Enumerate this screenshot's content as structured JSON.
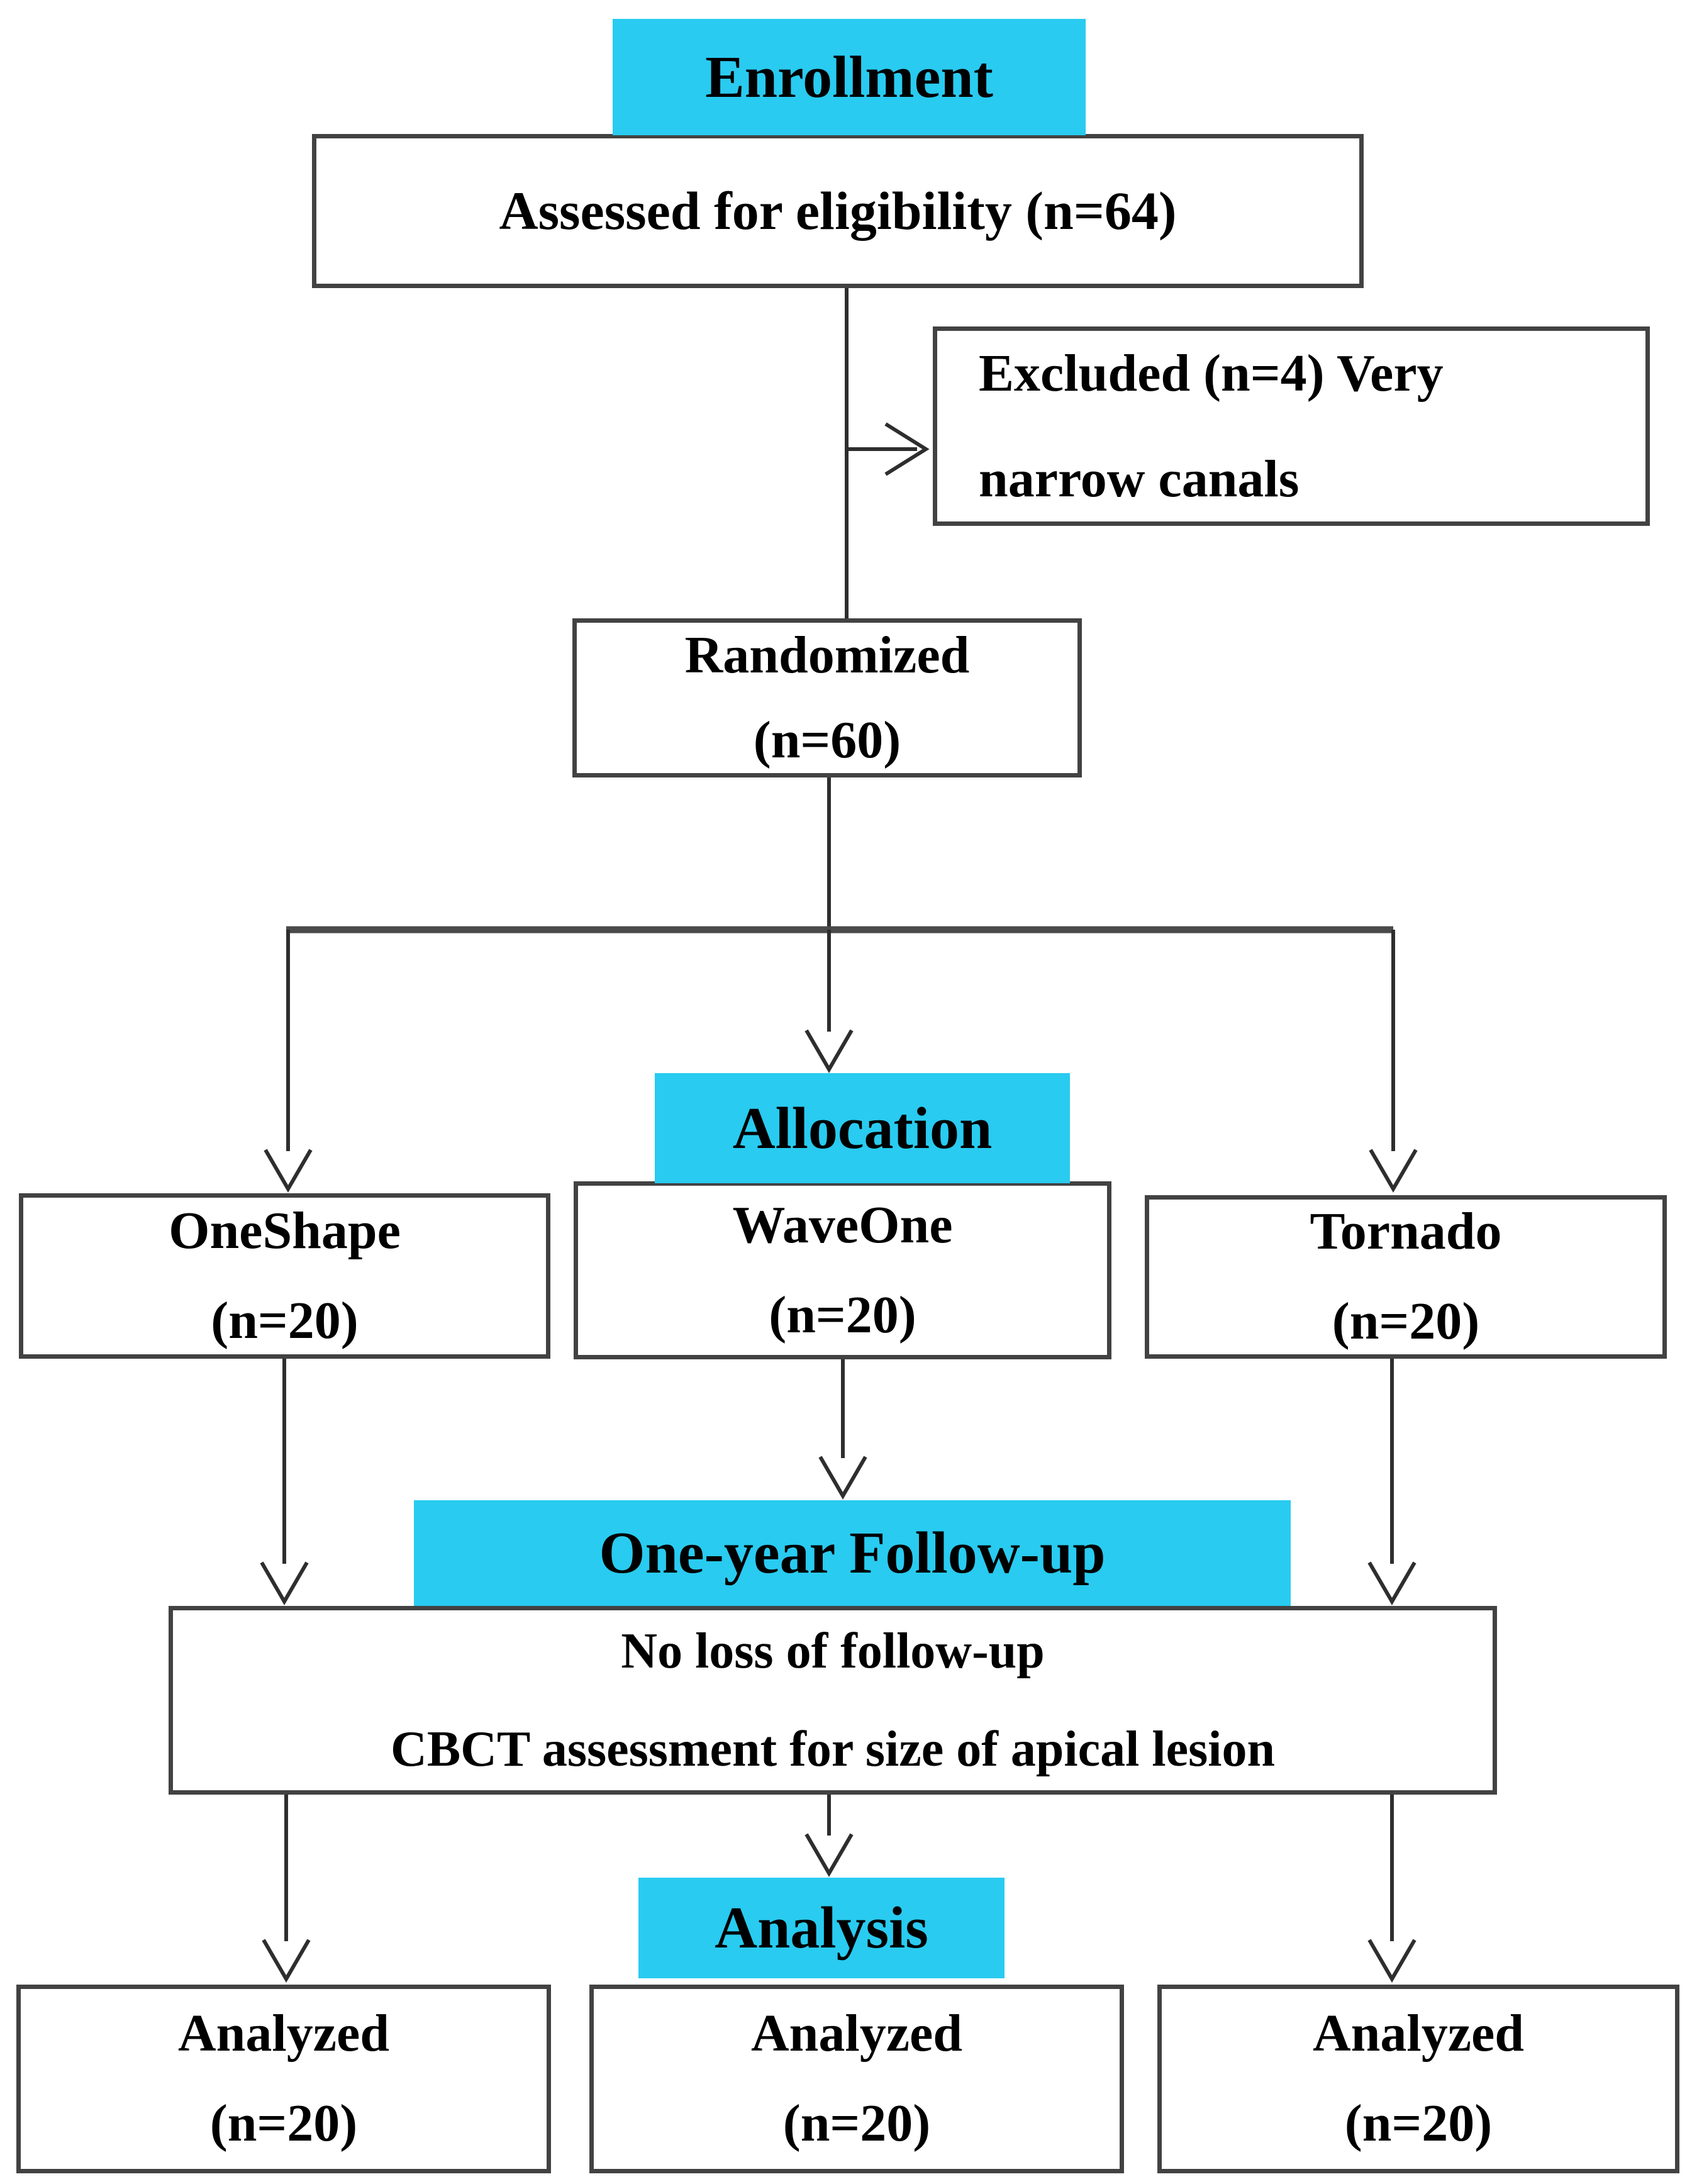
{
  "diagram_type": "consort-flowchart",
  "colors": {
    "banner_cyan": "#29CBF0",
    "box_border": "#424242",
    "connector_line": "#2e2e2e",
    "splitter_line": "#4a4a4a",
    "text": "#000000",
    "background": "#FFFFFF"
  },
  "banners": {
    "enrollment": {
      "label": "Enrollment"
    },
    "allocation": {
      "label": "Allocation"
    },
    "followup": {
      "label": "One-year Follow-up"
    },
    "analysis": {
      "label": "Analysis"
    }
  },
  "boxes": {
    "assessed": {
      "line1": "Assessed for eligibility (n=64)"
    },
    "excluded": {
      "line1": "Excluded (n=4) Very",
      "line2": "narrow canals"
    },
    "randomized": {
      "line1": "Randomized",
      "line2": "(n=60)"
    },
    "oneshape": {
      "line1": "OneShape",
      "line2": "(n=20)"
    },
    "waveone": {
      "line1": "WaveOne",
      "line2": "(n=20)"
    },
    "tornado": {
      "line1": "Tornado",
      "line2": "(n=20)"
    },
    "noloss": {
      "line1": "No loss of follow-up",
      "line2": "CBCT assessment for size of apical lesion"
    },
    "analyzed1": {
      "line1": "Analyzed",
      "line2": "(n=20)"
    },
    "analyzed2": {
      "line1": "Analyzed",
      "line2": "(n=20)"
    },
    "analyzed3": {
      "line1": "Analyzed",
      "line2": "(n=20)"
    }
  }
}
